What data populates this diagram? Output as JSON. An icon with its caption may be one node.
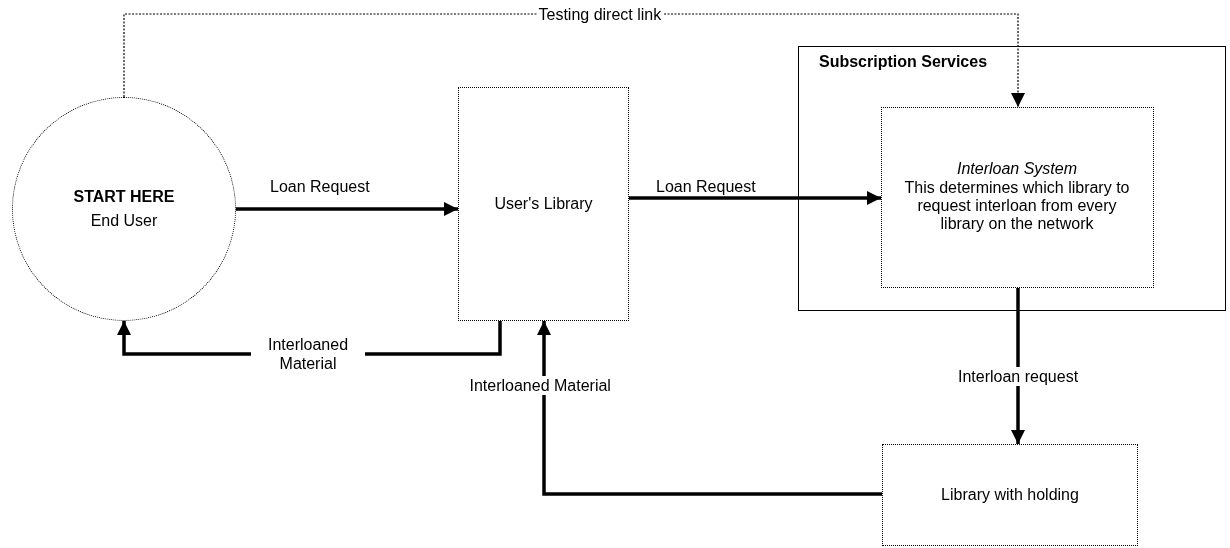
{
  "diagram": {
    "nodes": [
      {
        "text": [
          "START HERE",
          "End User"
        ]
      },
      {
        "text": [
          "User's Library"
        ]
      },
      {
        "text": [
          "Subscription Services"
        ]
      },
      {
        "text": [
          "Interloan System",
          "This determines which library to request interloan from every library on the network"
        ],
        "in": 2
      },
      {
        "text": [
          "Library with holding"
        ]
      }
    ],
    "edges": [
      {
        "from": 0,
        "to": 1,
        "arrow": "to",
        "label": "Loan Request"
      },
      {
        "from": 1,
        "to": 3,
        "arrow": "to",
        "label": "Loan Request"
      },
      {
        "from": 1,
        "to": 0,
        "arrow": "to",
        "label": "Interloaned Material"
      },
      {
        "from": 3,
        "to": 4,
        "arrow": "to",
        "label": "Interloan request"
      },
      {
        "from": 4,
        "to": 1,
        "arrow": "to",
        "label": "Interloaned Material"
      },
      {
        "from": 0,
        "to": 3,
        "arrow": "to",
        "label": "Testing direct link",
        "style": "dashed"
      }
    ]
  }
}
